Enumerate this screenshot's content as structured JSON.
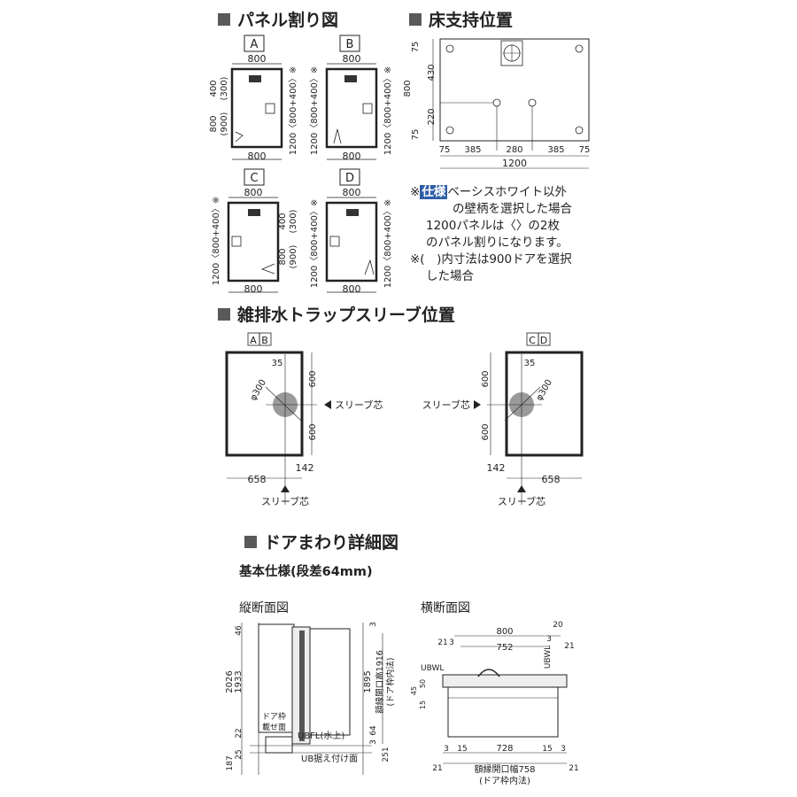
{
  "sections": {
    "panel": "パネル割り図",
    "floor": "床支持位置",
    "drain": "雑排水トラップスリーブ位置",
    "door": "ドアまわり詳細図"
  },
  "panels": [
    {
      "letter": "A",
      "top": "800",
      "bottom": "800",
      "height": "1200〈800+400〉※",
      "upper": "400",
      "upper_alt": "(300)",
      "lower": "800",
      "lower_alt": "(900)"
    },
    {
      "letter": "B",
      "top": "800",
      "bottom": "800",
      "height": "1200〈800+400〉※",
      "height_right": "1200〈800+400〉※"
    },
    {
      "letter": "C",
      "top": "800",
      "bottom": "800",
      "height": "1200〈800+400〉※",
      "upper": "400",
      "upper_alt": "(300)",
      "lower": "800",
      "lower_alt": "(900)"
    },
    {
      "letter": "D",
      "top": "800",
      "bottom": "800",
      "height": "1200〈800+400〉※",
      "height_right": "1200〈800+400〉※"
    }
  ],
  "floor_support": {
    "left_dims": [
      "75",
      "430",
      "220",
      "75"
    ],
    "total_height": "800",
    "bottom_dims": [
      "75",
      "385",
      "280",
      "385",
      "75"
    ],
    "total_width": "1200"
  },
  "notes": {
    "mark1": "※",
    "tag": "仕様",
    "line1": "ベーシスホワイト以外",
    "line2": "の壁柄を選択した場合",
    "line3": "1200パネルは〈〉の2枚",
    "line4": "のパネル割りになります。",
    "line5": "※(　)内寸法は900ドアを選択",
    "line6": "した場合"
  },
  "drain": {
    "left_label_a": "A",
    "left_label_b": "B",
    "right_label_c": "C",
    "right_label_d": "D",
    "dim_35": "35",
    "dim_600": "600",
    "diameter": "φ300",
    "sleeve_core": "スリーブ芯",
    "dim_658": "658",
    "dim_142": "142"
  },
  "door": {
    "subtitle": "基本仕様(段差64mm)",
    "vertical_title": "縦断面図",
    "horizontal_title": "横断面図",
    "v_dims_left": [
      "46",
      "2026",
      "1933",
      "22",
      "25",
      "187"
    ],
    "v_dims_right": [
      "3",
      "1895",
      "64",
      "3",
      "251"
    ],
    "v_opening": "額縁開口高1916",
    "v_opening_sub": "(ドア枠内法)",
    "door_frame_label1": "ドア枠",
    "door_frame_label2": "載せ面",
    "ubfl": "UBFL(水上)",
    "ub_base": "UB据え付け面",
    "h_top": [
      "800",
      "752"
    ],
    "h_20": "20",
    "h_21": "21",
    "h_3": "3",
    "ubwl": "UBWL",
    "h_side": [
      "45",
      "50",
      "15"
    ],
    "h_bottom": [
      "3",
      "15",
      "728",
      "15",
      "3"
    ],
    "h_opening": "額縁開口幅758",
    "h_opening_sub": "(ドア枠内法)"
  }
}
